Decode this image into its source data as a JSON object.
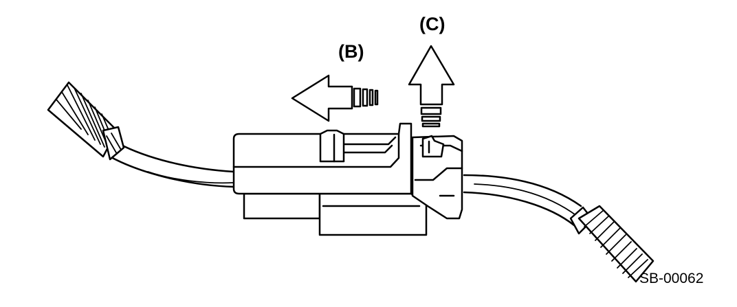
{
  "diagram": {
    "callouts": {
      "b": "(B)",
      "c": "(C)"
    },
    "figure_code": "SB-00062",
    "colors": {
      "ink": "#000000",
      "paper": "#ffffff"
    }
  }
}
